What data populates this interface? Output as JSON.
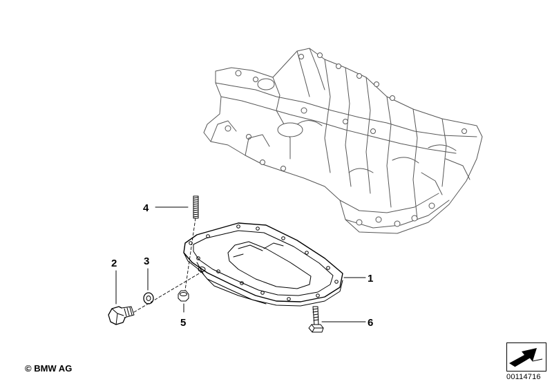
{
  "callouts": [
    {
      "num": "1",
      "part": "oil-pan"
    },
    {
      "num": "2",
      "part": "drain-plug"
    },
    {
      "num": "3",
      "part": "gasket-ring"
    },
    {
      "num": "4",
      "part": "stud-bolt"
    },
    {
      "num": "5",
      "part": "hex-nut"
    },
    {
      "num": "6",
      "part": "hex-bolt"
    }
  ],
  "footer": {
    "copyright": "© BMW AG",
    "diagram_id": "00114716"
  }
}
